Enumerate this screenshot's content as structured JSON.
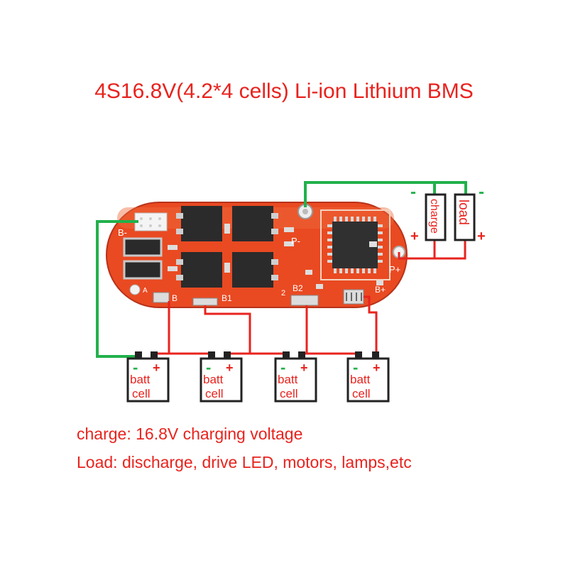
{
  "title": "4S16.8V(4.2*4 cells) Li-ion Lithium BMS",
  "board": {
    "pads": [
      "B-",
      "B",
      "B1",
      "B2",
      "P-",
      "P+",
      "B+"
    ],
    "marks": [
      "A",
      "2"
    ]
  },
  "cells": [
    {
      "top": "batt",
      "bottom": "cell",
      "neg": "-",
      "pos": "+"
    },
    {
      "top": "batt",
      "bottom": "cell",
      "neg": "-",
      "pos": "+"
    },
    {
      "top": "batt",
      "bottom": "cell",
      "neg": "-",
      "pos": "+"
    },
    {
      "top": "batt",
      "bottom": "cell",
      "neg": "-",
      "pos": "+"
    }
  ],
  "terminals": {
    "charge": "charge",
    "load": "load",
    "charge_neg": "-",
    "load_neg": "-",
    "charge_pos": "+",
    "load_pos": "+"
  },
  "notes": {
    "charge": "charge: 16.8V charging voltage",
    "load": "Load: discharge, drive LED, motors, lamps,etc"
  },
  "colors": {
    "title": "#e8231e",
    "board": "#e94a22",
    "wire_red": "#e8231e",
    "wire_green": "#22b14c"
  }
}
